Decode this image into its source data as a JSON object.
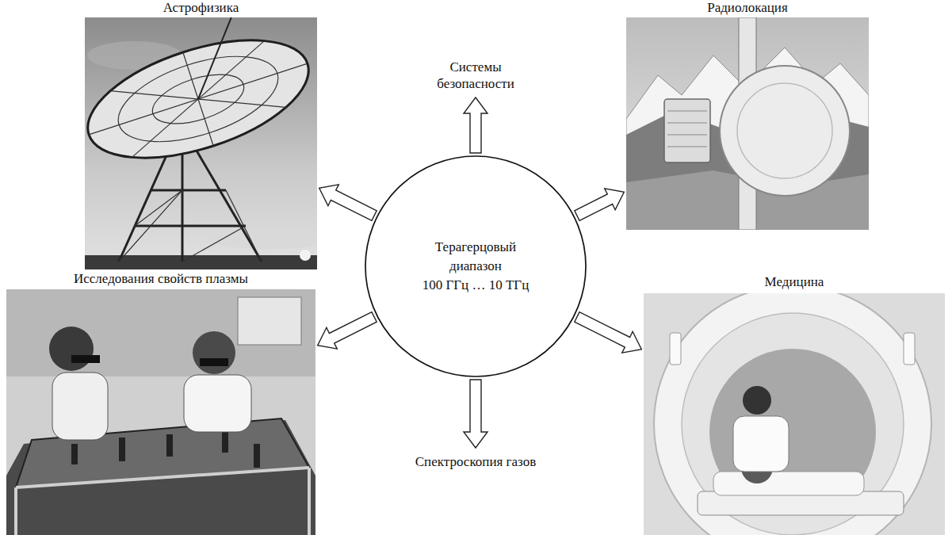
{
  "diagram": {
    "nodes": [
      {
        "text": [
          "Астрофизика"
        ]
      },
      {
        "text": [
          "Системы безопасности"
        ]
      },
      {
        "text": [
          "Радиолокация"
        ]
      },
      {
        "text": [
          "Терагерцовый диапазон",
          "100 ГГц … 10 ТГц"
        ]
      },
      {
        "text": [
          "Исследования свойств плазмы"
        ]
      },
      {
        "text": [
          "Спектроскопия газов"
        ]
      },
      {
        "text": [
          "Медицина"
        ]
      }
    ],
    "edges": [
      {
        "from": 3,
        "to": 0,
        "arrow": "to"
      },
      {
        "from": 3,
        "to": 1,
        "arrow": "to"
      },
      {
        "from": 3,
        "to": 2,
        "arrow": "to"
      },
      {
        "from": 3,
        "to": 4,
        "arrow": "to"
      },
      {
        "from": 3,
        "to": 5,
        "arrow": "to"
      },
      {
        "from": 3,
        "to": 6,
        "arrow": "to"
      }
    ]
  }
}
